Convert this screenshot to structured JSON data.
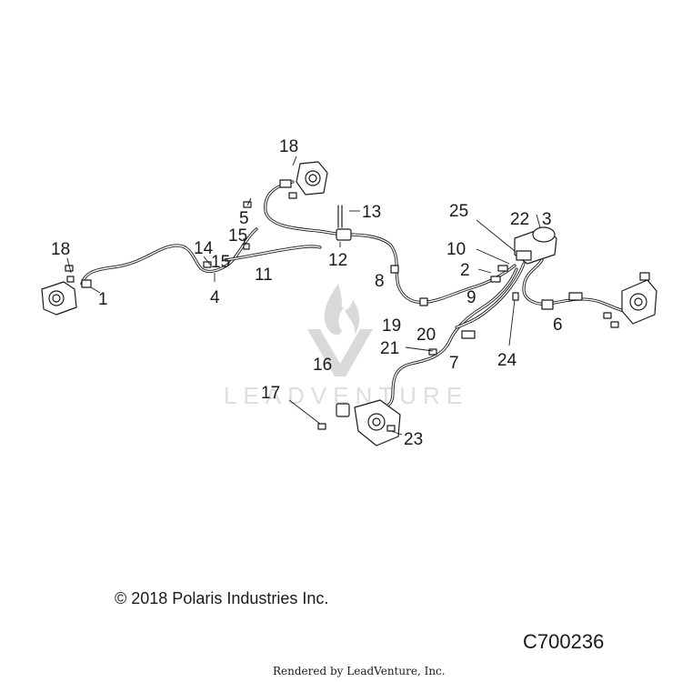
{
  "callouts": {
    "c1": "1",
    "c2": "2",
    "c3": "3",
    "c4": "4",
    "c5": "5",
    "c6": "6",
    "c7": "7",
    "c8": "8",
    "c9": "9",
    "c10": "10",
    "c11": "11",
    "c12": "12",
    "c13": "13",
    "c14": "14",
    "c15a": "15",
    "c15b": "15",
    "c16": "16",
    "c17": "17",
    "c18a": "18",
    "c18b": "18",
    "c19": "19",
    "c20": "20",
    "c21": "21",
    "c22": "22",
    "c23": "23",
    "c24": "24",
    "c25": "25"
  },
  "watermark": {
    "text": "LEADVENTURE"
  },
  "footer": {
    "copyright": "© 2018 Polaris Industries Inc.",
    "diagram_code": "C700236",
    "rendered_by": "Rendered by LeadVenture, Inc."
  }
}
